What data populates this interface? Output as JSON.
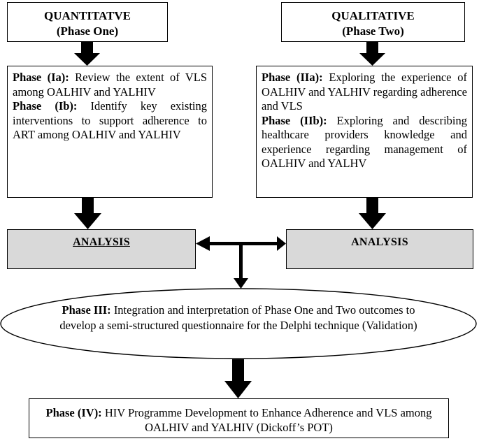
{
  "quantitative": {
    "title": "QUANTITATVE",
    "subtitle": "(Phase One)"
  },
  "qualitative": {
    "title": "QUALITATIVE",
    "subtitle": "(Phase Two)"
  },
  "phase_one_box": {
    "ia_label": "Phase (Ia):",
    "ia_text": " Review the extent of VLS among OALHIV and YALHIV",
    "ib_label": "Phase (Ib):",
    "ib_text": " Identify key existing interventions to support adherence to ART among OALHIV and YALHIV"
  },
  "phase_two_box": {
    "iia_label": "Phase (IIa):",
    "iia_text": " Exploring the experience of OALHIV and YALHIV regarding adherence and VLS",
    "iib_label": "Phase (IIb):",
    "iib_text": " Exploring and describing healthcare providers knowledge and experience regarding management of OALHIV and YALHV"
  },
  "analysis_left": "ANALYSIS",
  "analysis_right": "ANALYSIS",
  "phase_three": {
    "label": "Phase III:",
    "text": " Integration and interpretation of Phase One and Two outcomes to develop a semi-structured questionnaire for the Delphi technique (Validation)"
  },
  "phase_four": {
    "label": "Phase (IV):",
    "text": " HIV Programme Development to Enhance Adherence and VLS among OALHIV and YALHIV (Dickoff’s POT)"
  }
}
